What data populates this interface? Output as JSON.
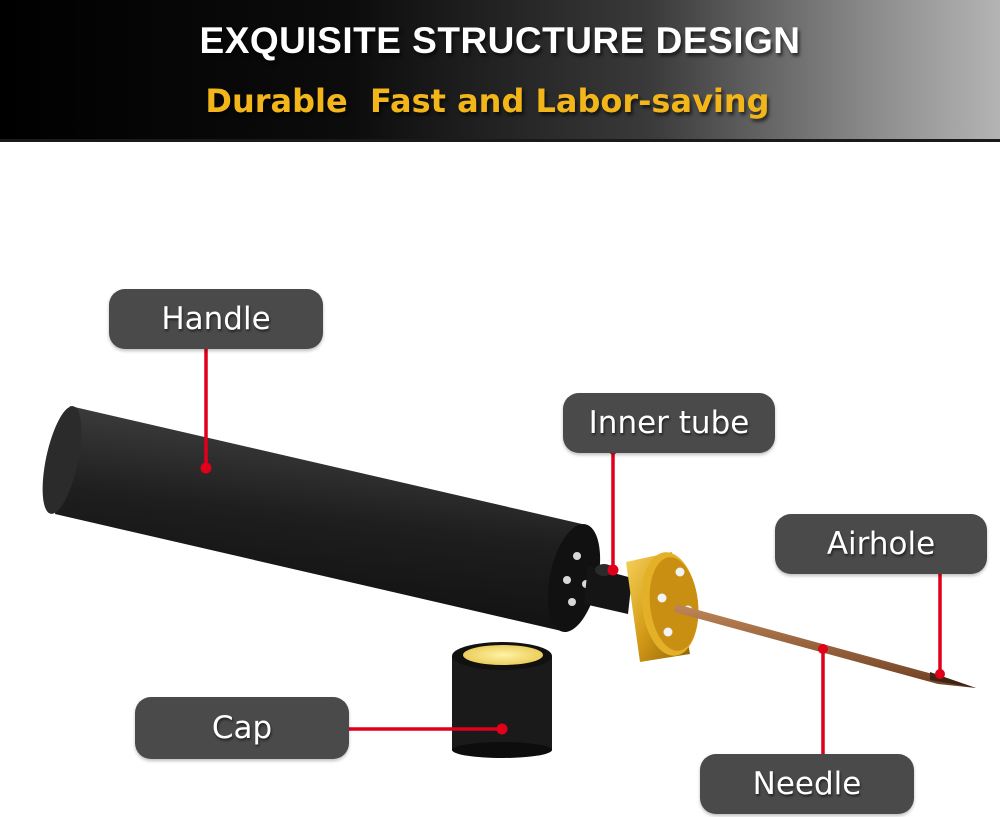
{
  "banner": {
    "title": "EXQUISITE STRUCTURE DESIGN",
    "subtitle": "Durable  Fast and Labor-saving",
    "title_color": "#ffffff",
    "subtitle_color": "#f2b51a"
  },
  "labels": {
    "handle": "Handle",
    "inner_tube": "Inner tube",
    "airhole": "Airhole",
    "cap": "Cap",
    "needle": "Needle"
  },
  "colors": {
    "label_bg": "#4a4a4a",
    "leader_line": "#e0001a",
    "handle_body": "#1c1c1c",
    "knob_gold": "#d9a21b",
    "needle_copper": "#a0623a"
  }
}
